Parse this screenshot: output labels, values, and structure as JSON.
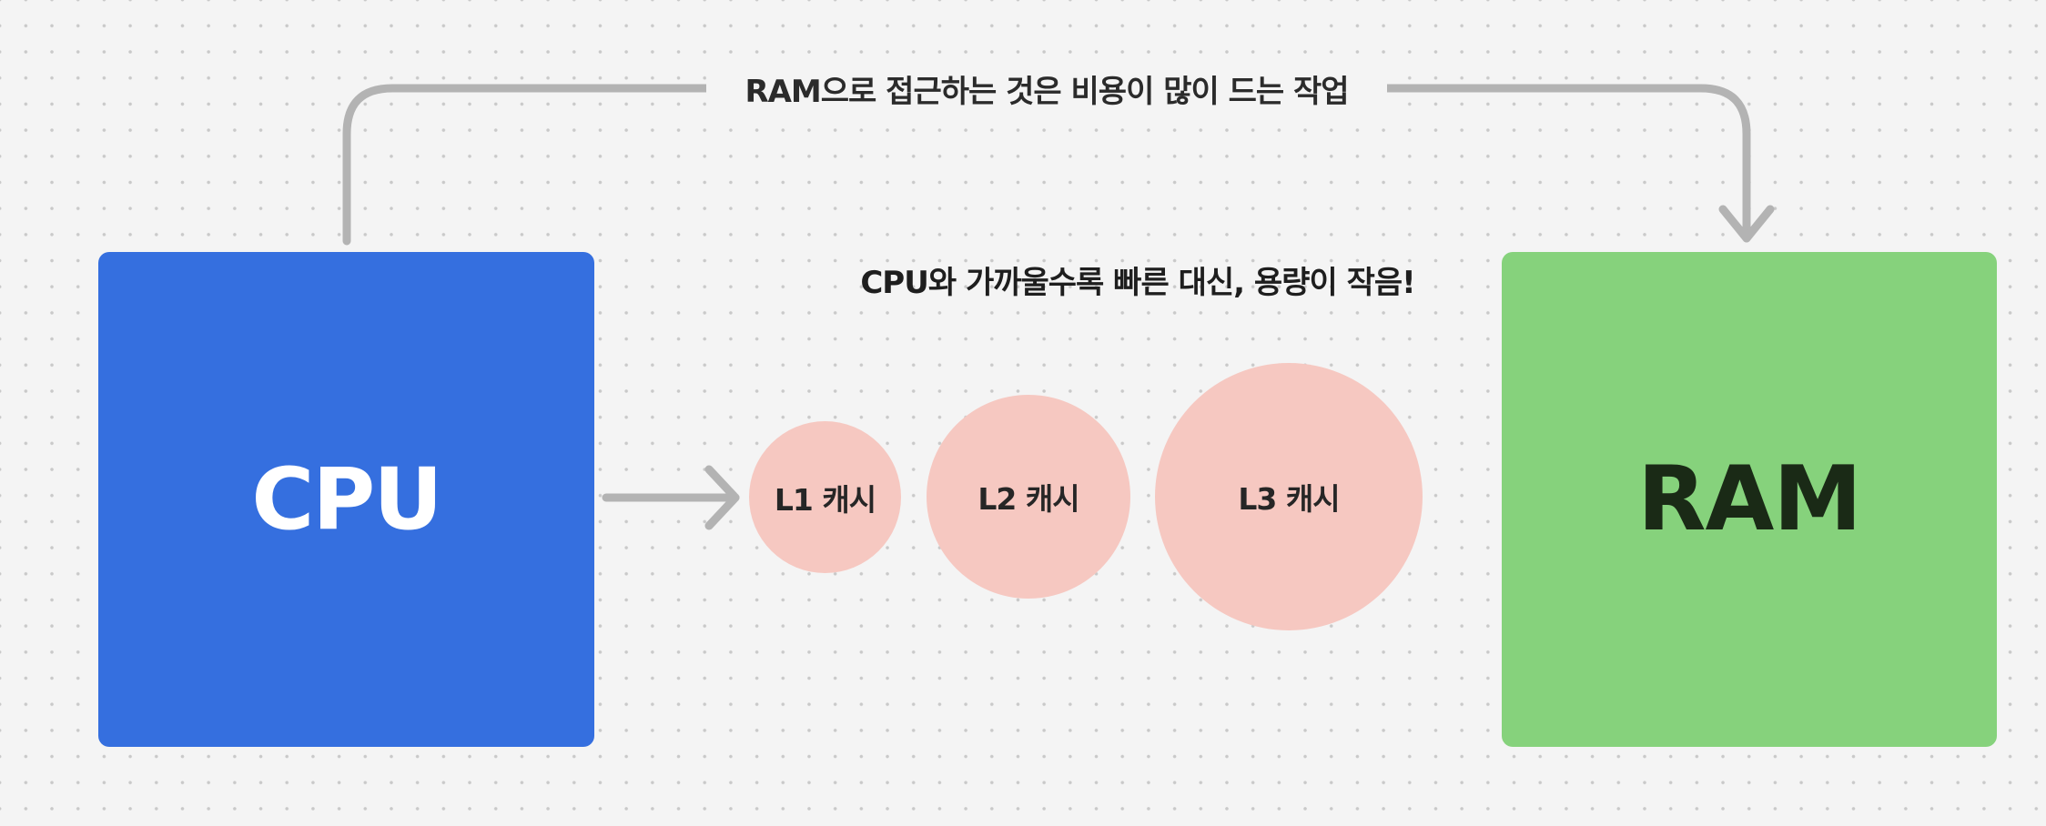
{
  "diagram": {
    "top_label": "RAM으로 접근하는 것은 비용이 많이 드는 작업",
    "middle_label": "CPU와 가까울수록 빠른 대신, 용량이 작음!",
    "cpu_label": "CPU",
    "ram_label": "RAM",
    "caches": [
      {
        "label": "L1 캐시"
      },
      {
        "label": "L2 캐시"
      },
      {
        "label": "L3 캐시"
      }
    ]
  },
  "colors": {
    "background": "#f4f4f4",
    "dot_grid": "#c9c9c9",
    "cpu_box": "#356fdf",
    "ram_box": "#86d27c",
    "cache_circle": "#f6c8c1",
    "connector": "#b3b3b3",
    "text_dark": "#1e1e1e"
  }
}
